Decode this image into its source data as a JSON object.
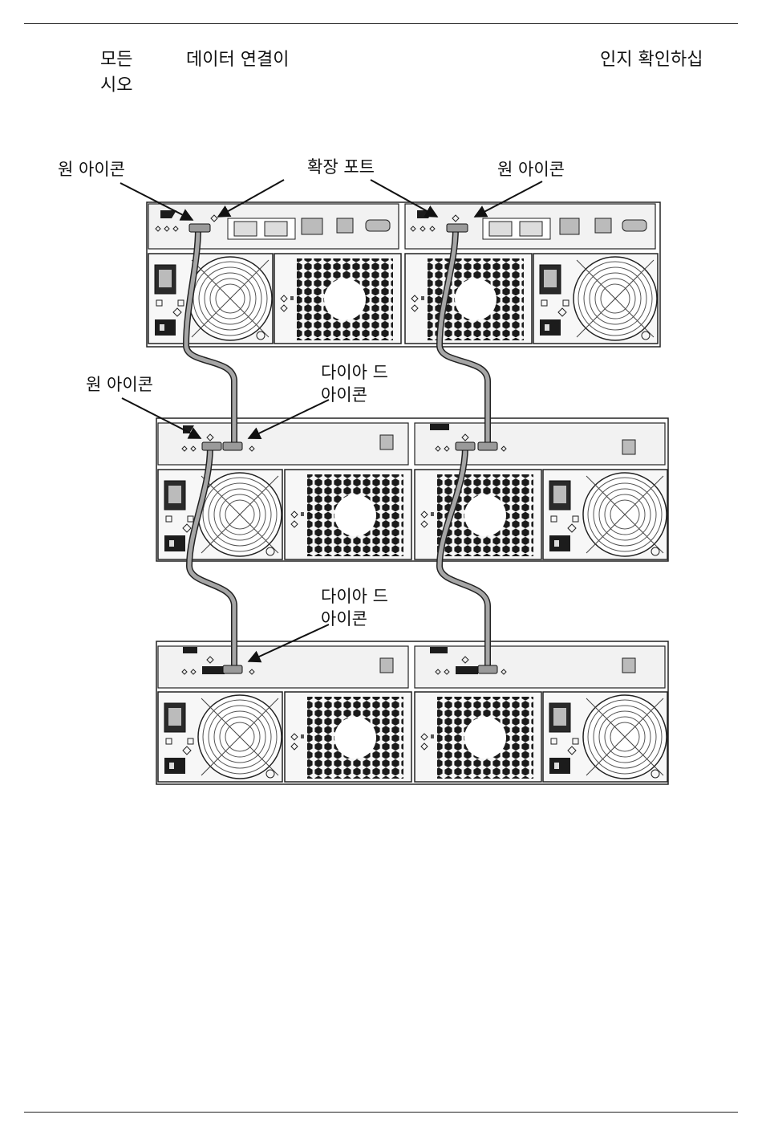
{
  "header": {
    "word_all": "모든",
    "word_data_connection": "데이터 연결이",
    "word_confirm": "인지 확인하십",
    "word_si_o": "시오"
  },
  "callouts": {
    "power_icon_left": "원 아이콘",
    "expansion_port": "확장 포트",
    "power_icon_right": "원 아이콘",
    "power_icon_mid": "원 아이콘",
    "diamond_icon_mid_line1": "다이아    드",
    "diamond_icon_mid_line2": "아이콘",
    "diamond_icon_bottom_line1": "다이아    드",
    "diamond_icon_bottom_line2": "아이콘"
  },
  "enclosures": [
    {
      "name": "raid-enclosure",
      "modules": 2
    },
    {
      "name": "expansion-enclosure-1",
      "modules": 2
    },
    {
      "name": "expansion-enclosure-2",
      "modules": 2
    }
  ],
  "colors": {
    "line": "#222222",
    "panel": "#f2f2f2",
    "cable": "#9a9a9a",
    "fan_hex": "#1a1a1a"
  }
}
